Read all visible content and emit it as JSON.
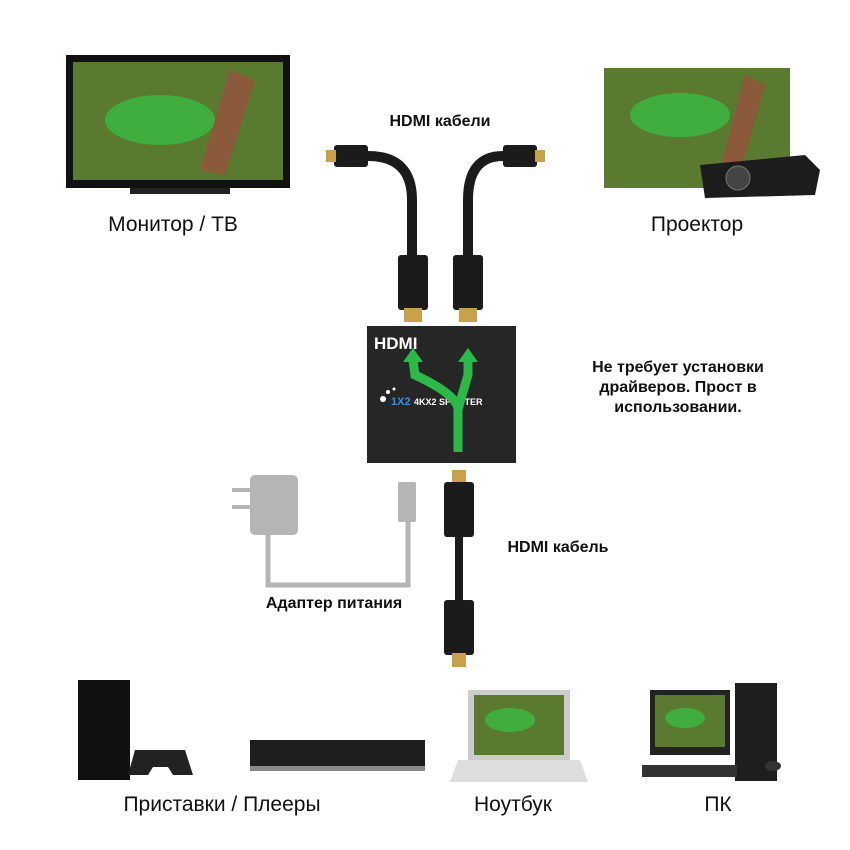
{
  "labels": {
    "hdmi_cables": "HDMI кабели",
    "monitor_tv": "Монитор / ТВ",
    "projector": "Проектор",
    "note": "Не требует установки драйверов. Прост в использовании.",
    "hdmi_cable": "HDMI кабель",
    "power_adapter": "Адаптер питания",
    "consoles_players": "Приставки / Плееры",
    "laptop": "Ноутбук",
    "pc": "ПК"
  },
  "splitter": {
    "logo": "HDMI",
    "model": "1X2",
    "name": "4KX2 SPLITTER"
  },
  "colors": {
    "arrow": "#2db84a",
    "device": "#1e1e1e",
    "adapter": "#b5b5b5",
    "screen": "#5a7a30"
  }
}
